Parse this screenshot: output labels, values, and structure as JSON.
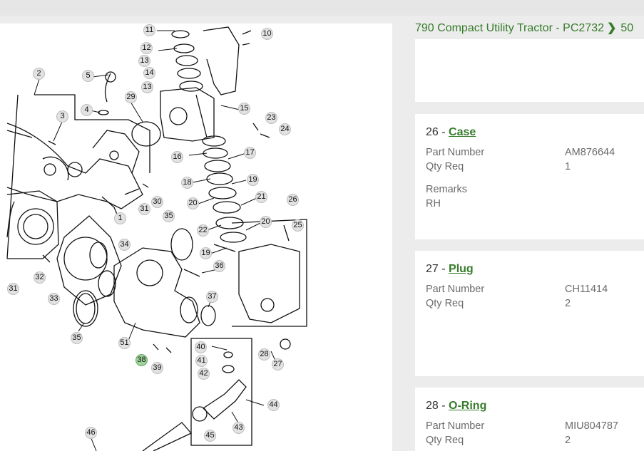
{
  "breadcrumb": {
    "item1": "790 Compact Utility Tractor - PC2732",
    "item2": "50"
  },
  "diagram": {
    "callouts": [
      "2",
      "3",
      "4",
      "5",
      "10",
      "11",
      "12",
      "13",
      "14",
      "13",
      "15",
      "16",
      "17",
      "18",
      "19",
      "20",
      "21",
      "22",
      "20",
      "19",
      "23",
      "24",
      "25",
      "26",
      "27",
      "28",
      "29",
      "30",
      "31",
      "1",
      "32",
      "33",
      "34",
      "35",
      "35",
      "36",
      "37",
      "38",
      "39",
      "40",
      "41",
      "42",
      "43",
      "44",
      "45",
      "46",
      "51",
      "31"
    ]
  },
  "parts": [
    {
      "number": "26",
      "separator": " - ",
      "name": "Case",
      "part_number_label": "Part Number",
      "part_number": "AM876644",
      "qty_label": "Qty Req",
      "qty": "1",
      "remarks_label": "Remarks",
      "remarks": "RH"
    },
    {
      "number": "27",
      "separator": " - ",
      "name": "Plug",
      "part_number_label": "Part Number",
      "part_number": "CH11414",
      "qty_label": "Qty Req",
      "qty": "2"
    },
    {
      "number": "28",
      "separator": " - ",
      "name": "O-Ring",
      "part_number_label": "Part Number",
      "part_number": "MIU804787",
      "qty_label": "Qty Req",
      "qty": "2"
    }
  ]
}
